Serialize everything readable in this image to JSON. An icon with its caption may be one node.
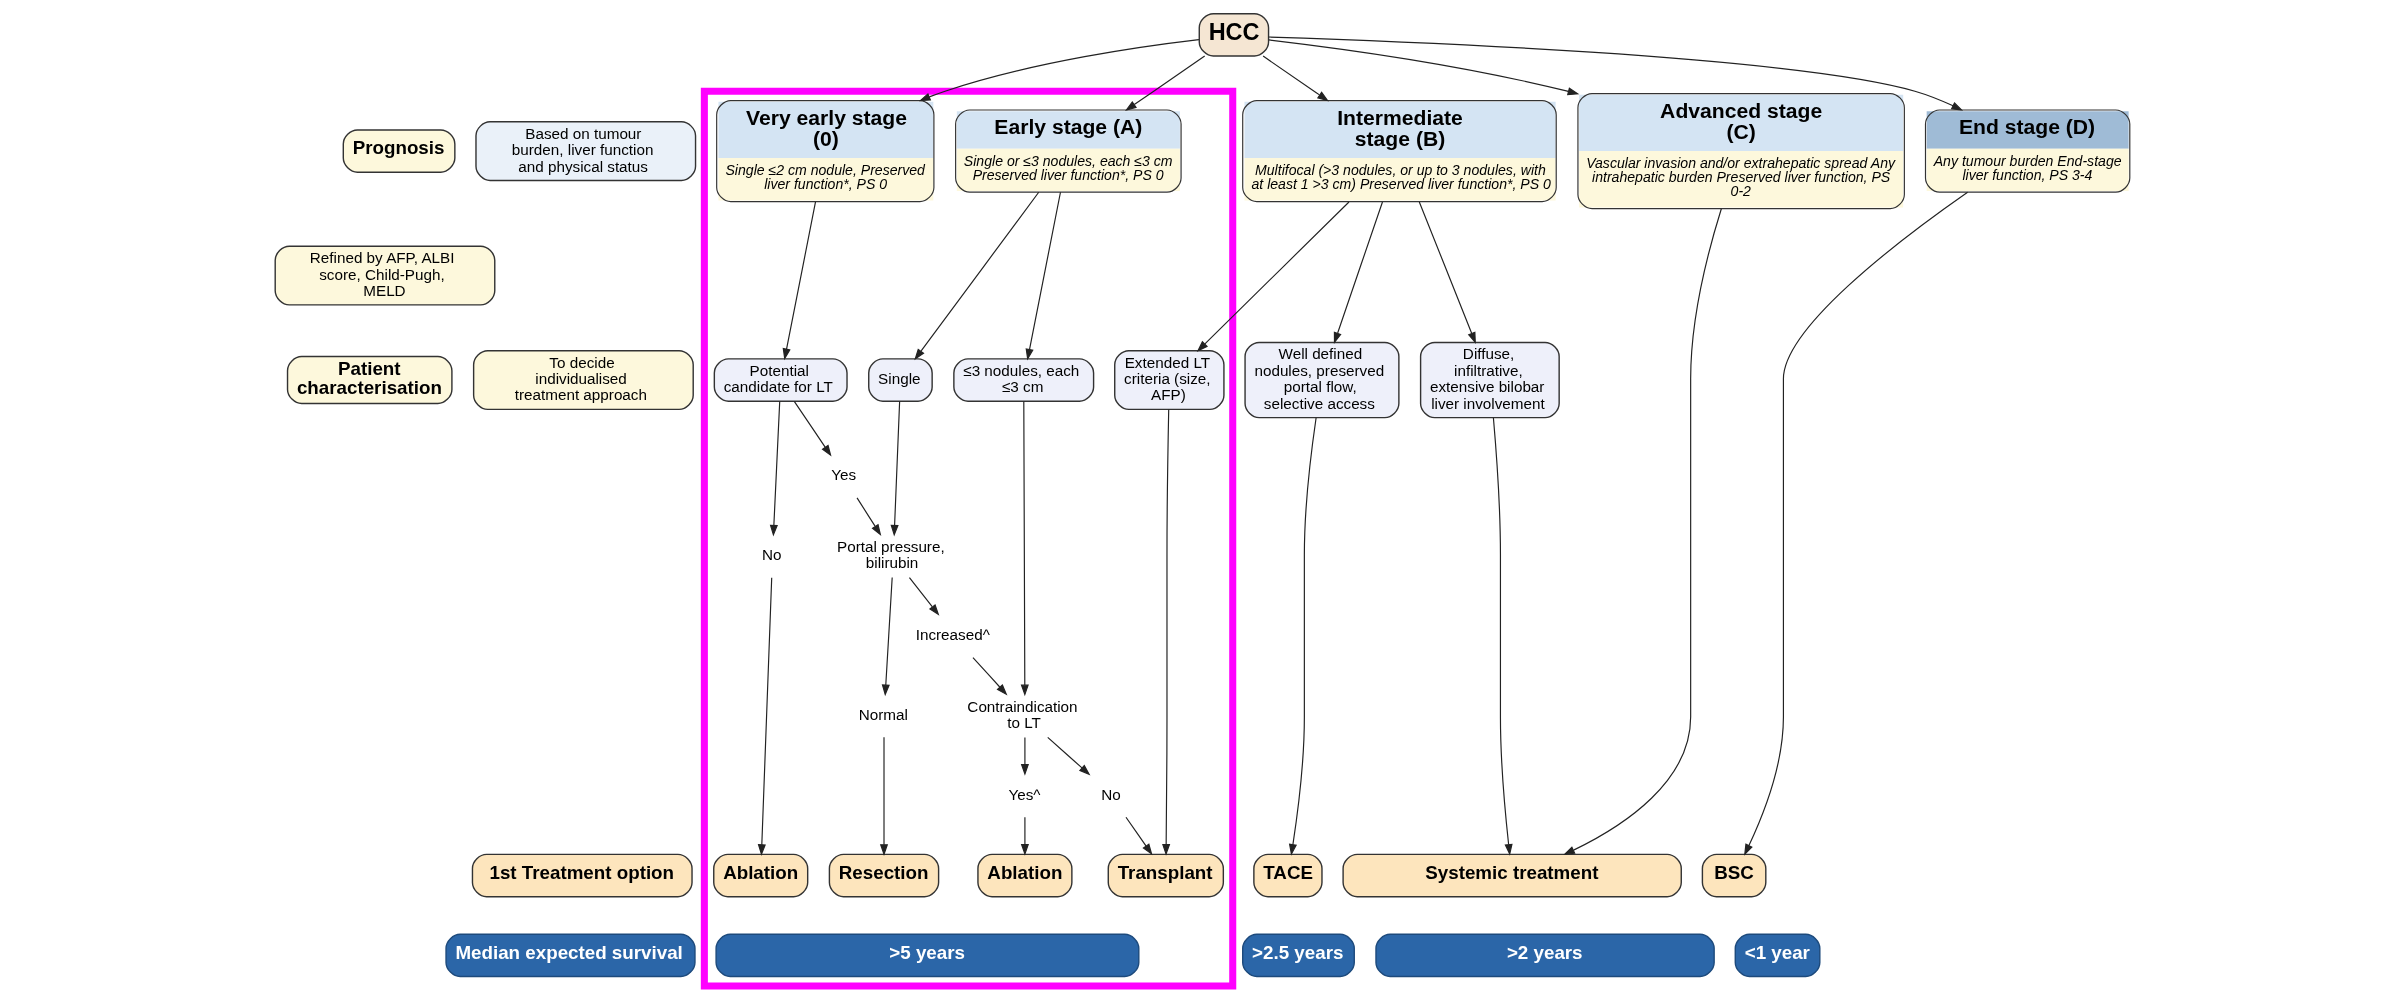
{
  "diagram": {
    "nodes": [
      {
        "text": [
          "HCC"
        ]
      },
      {
        "text": [
          "Prognosis"
        ]
      },
      {
        "text": [
          "Based on tumour burden, liver function and physical status"
        ]
      },
      {
        "text": [
          "Refined by AFP, ALBI score, Child-Pugh, MELD"
        ]
      },
      {
        "text": [],
        "shape": "box"
      },
      {
        "text": [
          "Very early stage (0)",
          "Single ≤2 cm nodule, Preserved liver function*, PS 0"
        ],
        "in": 4
      },
      {
        "text": [
          "Early stage (A)",
          "Single or ≤3 nodules, each ≤3 cm Preserved liver function*, PS 0"
        ],
        "in": 4
      },
      {
        "text": [
          "Intermediate stage (B)",
          "Multifocal (>3 nodules, or up to 3 nodules, with at least 1 >3 cm) Preserved liver function*, PS 0"
        ]
      },
      {
        "text": [
          "Advanced stage (C)",
          "Vascular invasion and/or extrahepatic spread Any intrahepatic burden Preserved liver function, PS 0-2"
        ]
      },
      {
        "text": [
          "End stage (D)",
          "Any tumour burden End-stage liver function, PS 3-4"
        ]
      },
      {
        "text": [
          "Patient characterisation"
        ]
      },
      {
        "text": [
          "To decide individualised treatment approach"
        ]
      },
      {
        "text": [
          "Potential candidate for LT"
        ],
        "in": 4
      },
      {
        "text": [
          "Single"
        ],
        "in": 4
      },
      {
        "text": [
          "≤3 nodules, each ≤3 cm"
        ],
        "in": 4
      },
      {
        "text": [
          "Extended LT criteria (size, AFP)"
        ],
        "in": 4
      },
      {
        "text": [
          "Well defined nodules, preserved portal flow, selective access"
        ]
      },
      {
        "text": [
          "Diffuse, infiltrative, extensive bilobar liver involvement"
        ]
      },
      {
        "text": [
          "No"
        ],
        "in": 4
      },
      {
        "text": [
          "Yes"
        ],
        "in": 4
      },
      {
        "text": [
          "Portal pressure, bilirubin"
        ],
        "in": 4
      },
      {
        "text": [
          "Normal"
        ],
        "in": 4
      },
      {
        "text": [
          "Increased^"
        ],
        "in": 4
      },
      {
        "text": [
          "Contraindication to LT"
        ],
        "in": 4
      },
      {
        "text": [
          "Yes^"
        ],
        "in": 4
      },
      {
        "text": [
          "No"
        ],
        "in": 4
      },
      {
        "text": [
          "1st Treatment option"
        ]
      },
      {
        "text": [
          "Ablation"
        ],
        "in": 4
      },
      {
        "text": [
          "Resection"
        ],
        "in": 4
      },
      {
        "text": [
          "Ablation"
        ],
        "in": 4
      },
      {
        "text": [
          "Transplant"
        ],
        "in": 4
      },
      {
        "text": [
          "TACE"
        ]
      },
      {
        "text": [
          "Systemic treatment"
        ]
      },
      {
        "text": [
          "BSC"
        ]
      },
      {
        "text": [
          "Median expected survival"
        ]
      },
      {
        "text": [
          ">5 years"
        ],
        "in": 4
      },
      {
        "text": [
          ">2.5 years"
        ]
      },
      {
        "text": [
          ">2 years"
        ]
      },
      {
        "text": [
          "<1 year"
        ]
      }
    ],
    "edges": [
      {
        "from": 0,
        "to": 5,
        "arrow": "to"
      },
      {
        "from": 0,
        "to": 6,
        "arrow": "to"
      },
      {
        "from": 0,
        "to": 7,
        "arrow": "to"
      },
      {
        "from": 0,
        "to": 8,
        "arrow": "to"
      },
      {
        "from": 0,
        "to": 9,
        "arrow": "to"
      },
      {
        "from": 5,
        "to": 12,
        "arrow": "to"
      },
      {
        "from": 6,
        "to": 13,
        "arrow": "to"
      },
      {
        "from": 6,
        "to": 14,
        "arrow": "to"
      },
      {
        "from": 7,
        "to": 15,
        "arrow": "to"
      },
      {
        "from": 7,
        "to": 16,
        "arrow": "to"
      },
      {
        "from": 7,
        "to": 17,
        "arrow": "to"
      },
      {
        "from": 12,
        "to": 18,
        "arrow": "to"
      },
      {
        "from": 12,
        "to": 19,
        "arrow": "to"
      },
      {
        "from": 19,
        "to": 20,
        "arrow": "to"
      },
      {
        "from": 13,
        "to": 20,
        "arrow": "to"
      },
      {
        "from": 20,
        "to": 21,
        "arrow": "to"
      },
      {
        "from": 20,
        "to": 22,
        "arrow": "to"
      },
      {
        "from": 22,
        "to": 23,
        "arrow": "to"
      },
      {
        "from": 14,
        "to": 23,
        "arrow": "to"
      },
      {
        "from": 23,
        "to": 24,
        "arrow": "to"
      },
      {
        "from": 23,
        "to": 25,
        "arrow": "to"
      },
      {
        "from": 18,
        "to": 27,
        "arrow": "to"
      },
      {
        "from": 21,
        "to": 28,
        "arrow": "to"
      },
      {
        "from": 24,
        "to": 29,
        "arrow": "to"
      },
      {
        "from": 25,
        "to": 30,
        "arrow": "to"
      },
      {
        "from": 15,
        "to": 30,
        "arrow": "to"
      },
      {
        "from": 16,
        "to": 31,
        "arrow": "to"
      },
      {
        "from": 17,
        "to": 32,
        "arrow": "to"
      },
      {
        "from": 8,
        "to": 32,
        "arrow": "to"
      },
      {
        "from": 9,
        "to": 33,
        "arrow": "to"
      }
    ]
  }
}
